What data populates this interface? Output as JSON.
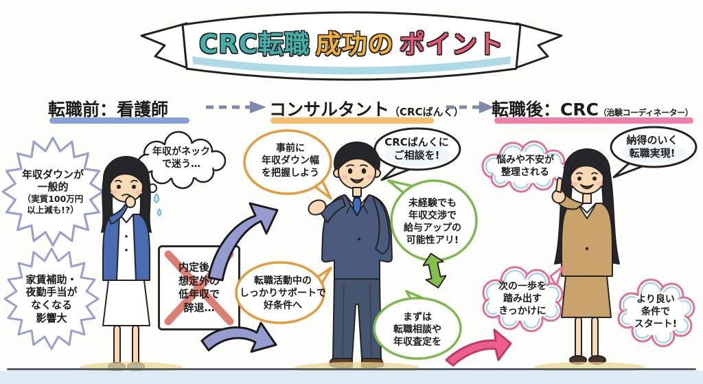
{
  "banner": {
    "parts": [
      {
        "text": "CRC転職",
        "color": "#45b0aa"
      },
      {
        "text": "成功の",
        "color": "#f0b13c"
      },
      {
        "text": "ポイント",
        "color": "#e85a72"
      }
    ]
  },
  "sections": {
    "before": {
      "heading": "転職前：看護師",
      "underline_color": "#7b96d6",
      "thought_bubble": "年収がネック\nで迷う…",
      "burst_salary_main": "年収ダウンが\n一般的",
      "burst_salary_sub": "（実質100万円\n以上減も!?）",
      "burst_allowance": "家賃補助・\n夜勤手当が\nなくなる\n影響大",
      "declined_box": "内定後、\n想定外の\n低年収で\n辞退…"
    },
    "consultant": {
      "heading": "コンサルタント",
      "heading_note": "（CRCばんく）",
      "underline_color": "#f3b85c",
      "bubble_prepare": "事前に\n年収ダウン幅\nを把握しよう",
      "bubble_contact": "CRCばんくに\nご相談を!",
      "bubble_negotiation": "未経験でも\n年収交渉で\n給与アップの\n可能性アリ!",
      "bubble_support": "転職活動中の\nしっかりサポートで\n好条件へ",
      "bubble_first": "まずは\n転職相談や\n年収査定を"
    },
    "after": {
      "heading": "転職後：CRC",
      "heading_note": "（治験コーディネーター）",
      "underline_color": "#ef709e",
      "bubble_relief": "悩みや不安が\n整理される",
      "bubble_success": "納得のいく\n転職実現!",
      "bubble_next": "次の一歩を\n踏み出す\nきっかけに",
      "bubble_start": "より良い\n条件で\nスタート!"
    }
  },
  "colors": {
    "banner_stripe": "#aedae8",
    "underline_before": "#7b96d6",
    "underline_consultant": "#f3b85c",
    "underline_after": "#ef709e",
    "burst_outline": "#9a9ed0",
    "orange_bubble": "#e39b3e",
    "green_bubble": "#7cb84e",
    "pink_cloud": "#dd7093",
    "cloud_inner_line": "#a9d4e6",
    "purple_arrow": "#959bce",
    "green_arrow": "#86bf4a",
    "pink_arrow": "#ec5f8d",
    "dashed_arrow": "#7d88aa",
    "decline_cross": "#d4604f"
  }
}
